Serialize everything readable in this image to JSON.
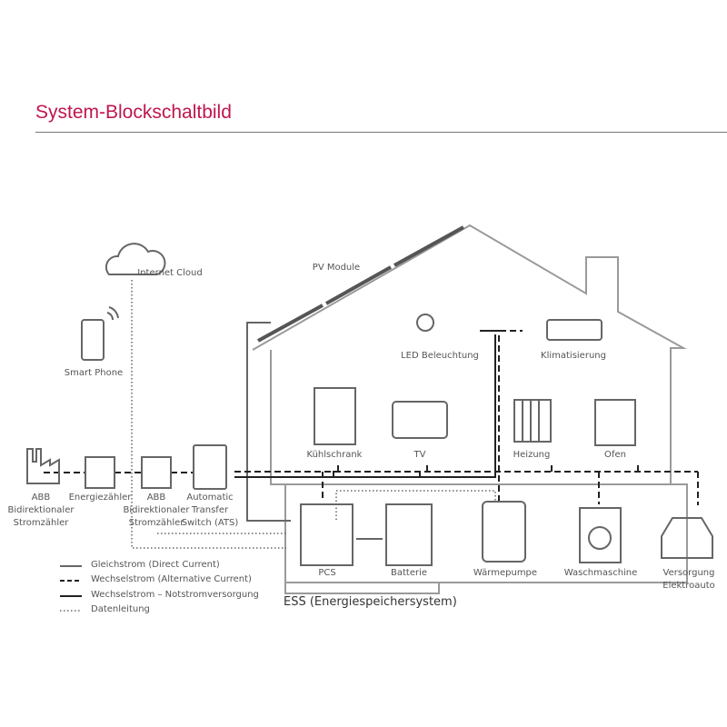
{
  "title": "System-Blockschaltbild",
  "labels": {
    "cloud": "Internet Cloud",
    "phone": "Smart Phone",
    "pv": "PV Module",
    "led": "LED Beleuchtung",
    "klima": "Klimatisierung",
    "kuehl": "Kühlschrank",
    "tv": "TV",
    "heizung": "Heizung",
    "ofen": "Ofen",
    "abb1": [
      "ABB",
      "Bidirektionaler",
      "Stromzähler"
    ],
    "energie": "Energiezähler",
    "abb2": [
      "ABB",
      "Bidirektionaler",
      "Stromzähler"
    ],
    "ats": [
      "Automatic",
      "Transfer",
      "Switch (ATS)"
    ],
    "pcs": "PCS",
    "batterie": "Batterie",
    "waerme": "Wärmepumpe",
    "wasch": "Waschmaschine",
    "auto": [
      "Versorgung",
      "Elektroauto"
    ],
    "ess": "ESS (Energiespeichersystem)"
  },
  "legend": [
    "Gleichstrom (Direct Current)",
    "Wechselstrom (Alternative Current)",
    "Wechselstrom – Notstromversorgung",
    "Datenleitung"
  ],
  "colors": {
    "title": "#c0164c",
    "house": "#999999",
    "line": "#222222",
    "dc": "#666666"
  }
}
